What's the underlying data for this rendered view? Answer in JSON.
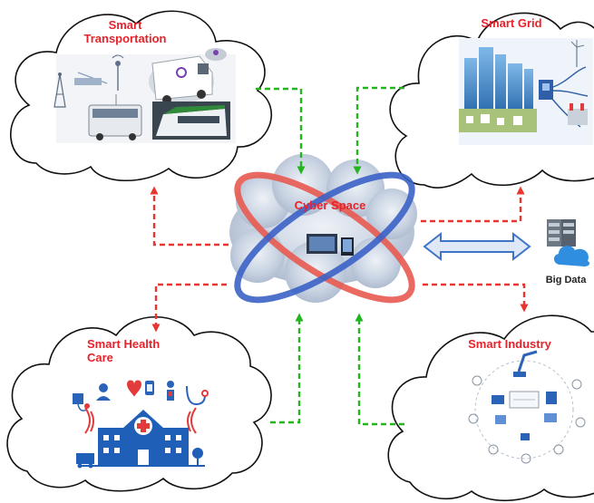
{
  "nodes": {
    "center": {
      "label": "Cyber Space"
    },
    "transport": {
      "label_line1": "Smart",
      "label_line2": "Transportation"
    },
    "grid": {
      "label": "Smart Grid"
    },
    "health": {
      "label_line1": "Smart Health",
      "label_line2": "Care"
    },
    "industry": {
      "label": "Smart Industry"
    },
    "bigdata": {
      "label": "Big Data"
    }
  },
  "colors": {
    "outline": "#111111",
    "upward_arrow": "#e8352f",
    "downward_arrow": "#22b51f",
    "bidirectional_arrow": "#3f73c8",
    "label_red": "#e8222a",
    "ring_red": "#e85a50",
    "ring_blue": "#3b62c6",
    "cloud_fill": "#c9d3e2"
  }
}
